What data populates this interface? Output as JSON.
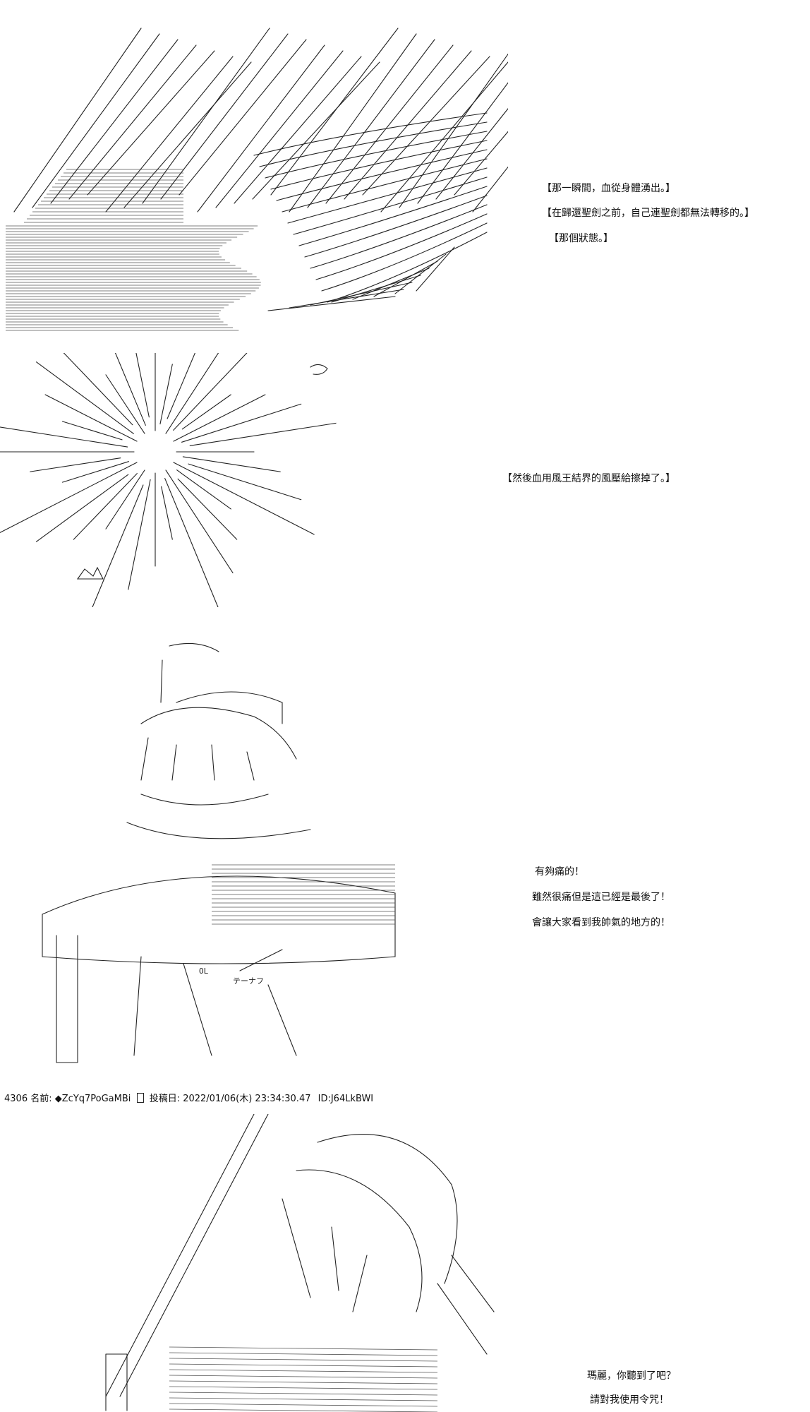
{
  "panel1": {
    "lines": [
      "【那一瞬間，血從身體湧出。】",
      "【在歸還聖劍之前，自己連聖劍都無法轉移的。】",
      "【那個狀態。】"
    ]
  },
  "panel2": {
    "lines": [
      "【然後血用風王結界的風壓給擦掉了。】"
    ]
  },
  "panel3": {
    "lines": [
      "有夠痛的！",
      "雖然很痛但是這已經是最後了！",
      "會讓大家看到我帥氣的地方的！"
    ],
    "ascii_labels": [
      "テーナフ",
      "OL"
    ]
  },
  "post": {
    "number": "4306",
    "name_label": "名前:",
    "name": "◆ZcYq7PoGaMBi",
    "date_label": "投稿日:",
    "date": "2022/01/06(木) 23:34:30.47",
    "id": "ID:J64LkBWI"
  },
  "panel4": {
    "lines": [
      "瑪麗，你聽到了吧？",
      "請對我使用令咒！"
    ]
  }
}
